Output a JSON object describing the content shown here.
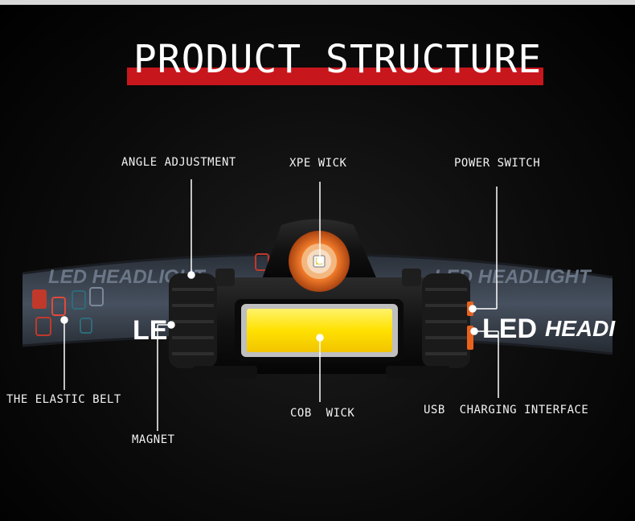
{
  "title": "PRODUCT STRUCTURE",
  "labels": {
    "angle_adjustment": "ANGLE ADJUSTMENT",
    "xpe_wick": "XPE WICK",
    "power_switch": "POWER SWITCH",
    "elastic_belt": "THE ELASTIC BELT",
    "magnet": "MAGNET",
    "cob_wick": "COB  WICK",
    "usb_interface": "USB  CHARGING INTERFACE"
  },
  "belt": {
    "print_left": "LED HEADLIGHT",
    "print_left_bold": "LED",
    "print_right_top": "LED HEADLIGHT",
    "print_right_bold": "LED",
    "print_right_rest": "HEADI"
  },
  "colors": {
    "accent": "#c8161d",
    "belt": "#3a4250",
    "cob": "#ffe100",
    "xpe_ring": "#f07a2a"
  }
}
